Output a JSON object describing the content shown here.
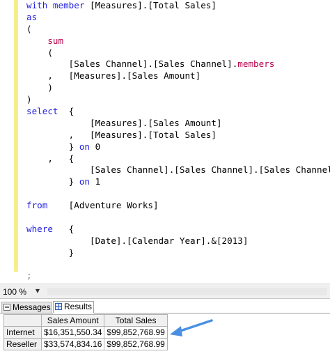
{
  "editor": {
    "lines": [
      [
        "kw:with member",
        " [Measures].[Total Sales]"
      ],
      [
        "kw:as"
      ],
      [
        "("
      ],
      [
        "    ",
        "fn:sum"
      ],
      [
        "    ("
      ],
      [
        "        [Sales Channel].[Sales Channel].",
        "fn:members"
      ],
      [
        "    ,   [Measures].[Sales Amount]"
      ],
      [
        "    )"
      ],
      [
        ")"
      ],
      [
        "kw:select",
        "  {"
      ],
      [
        "            [Measures].[Sales Amount]"
      ],
      [
        "        ,   [Measures].[Total Sales]"
      ],
      [
        "        } ",
        "kw:on",
        " 0"
      ],
      [
        "    ,   {"
      ],
      [
        "            [Sales Channel].[Sales Channel].[Sales Channel]"
      ],
      [
        "        } ",
        "kw:on",
        " 1"
      ],
      [
        ""
      ],
      [
        "kw:from",
        "    [Adventure Works]"
      ],
      [
        ""
      ],
      [
        "kw:where",
        "   {"
      ],
      [
        "            [Date].[Calendar Year].&[2013]"
      ],
      [
        "        }"
      ],
      [
        ""
      ],
      [
        "gr:;"
      ]
    ]
  },
  "status": {
    "zoom": "100 %"
  },
  "results": {
    "tabs": [
      {
        "label": "Messages",
        "icon": "messages-icon"
      },
      {
        "label": "Results",
        "icon": "grid-icon"
      }
    ],
    "columns": [
      "Sales Amount",
      "Total Sales"
    ],
    "rows": [
      {
        "label": "Internet",
        "values": [
          "$16,351,550.34",
          "$99,852,768.99"
        ]
      },
      {
        "label": "Reseller",
        "values": [
          "$33,574,834.16",
          "$99,852,768.99"
        ]
      }
    ]
  },
  "colors": {
    "keyword": "#1f1fde",
    "function": "#b8004a",
    "arrow": "#4a90e2",
    "changebar": "#f5ee8c"
  }
}
